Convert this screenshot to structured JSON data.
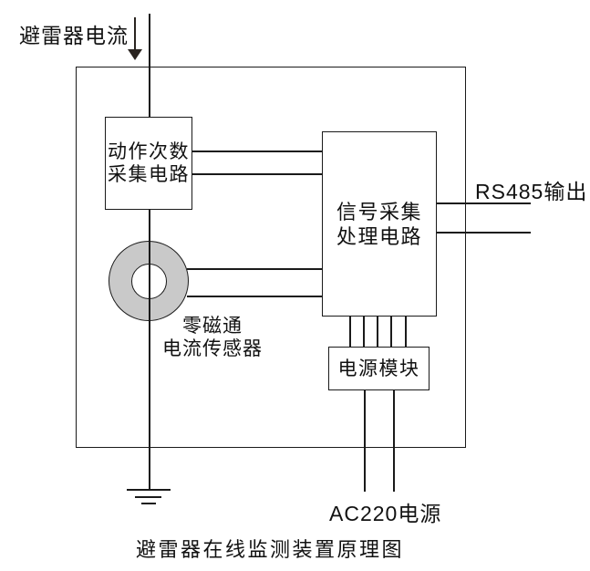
{
  "diagram": {
    "caption": "避雷器在线监测装置原理图",
    "input_label": "避雷器电流",
    "nodes": {
      "action_counter": {
        "line1": "动作次数",
        "line2": "采集电路"
      },
      "signal_processor": {
        "line1": "信号采集",
        "line2": "处理电路"
      },
      "power_module": {
        "label": "电源模块"
      },
      "current_sensor": {
        "line1": "零磁通",
        "line2": "电流传感器"
      }
    },
    "labels": {
      "rs485_output": "RS485输出",
      "ac_power": "AC220电源"
    },
    "colors": {
      "line": "#1a1a1a",
      "sensor_fill": "#c9c9c9",
      "background": "#ffffff"
    }
  }
}
